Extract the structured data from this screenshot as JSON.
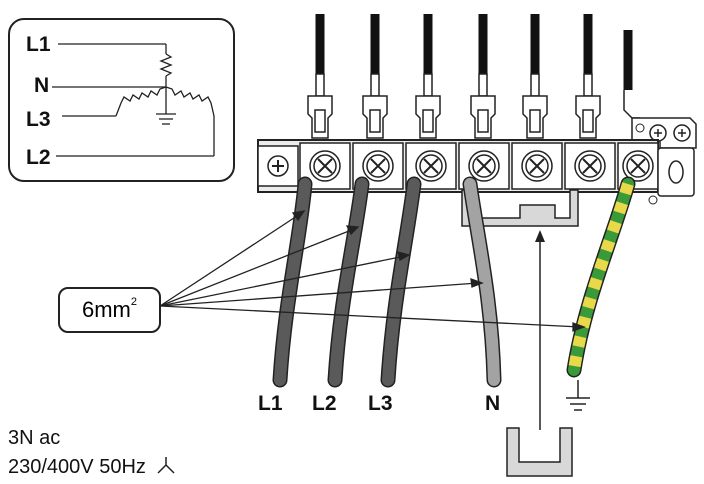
{
  "inset": {
    "labels": [
      "L1",
      "N",
      "L3",
      "L2"
    ]
  },
  "cable_label": {
    "text": "6mm",
    "superscript": "2"
  },
  "bottom_labels": [
    "L1",
    "L2",
    "L3",
    "N"
  ],
  "supply": {
    "line1": "3N ac",
    "line2": "230/400V 50Hz"
  },
  "colors": {
    "wire_dark": "#555555",
    "wire_neutral": "#9a9a9a",
    "earth_green": "#3a9a3a",
    "earth_yellow": "#e8d84a",
    "terminal_fill": "#ececec",
    "outline": "#222222"
  },
  "icons": [
    "ground-symbol",
    "star-connection-symbol",
    "screw-terminal-icon",
    "earth-screw-icon",
    "bridge-jumper-icon"
  ]
}
